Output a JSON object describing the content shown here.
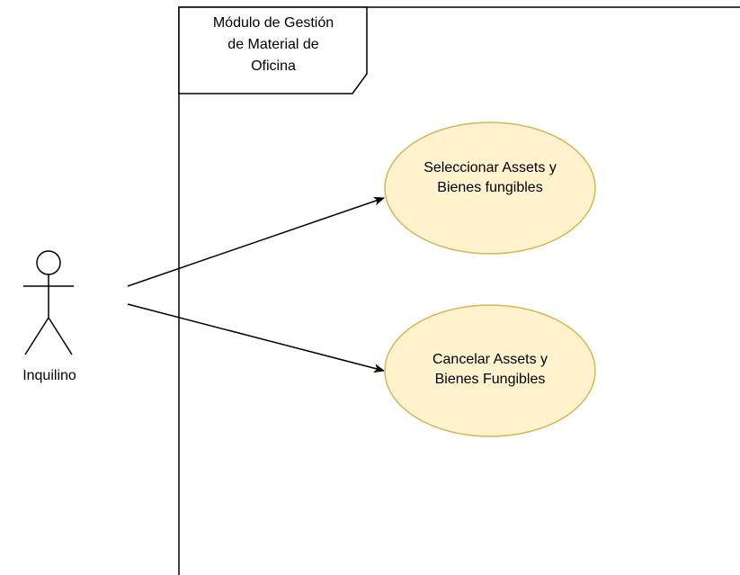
{
  "system_boundary": {
    "title_lines": [
      "Módulo de Gestión",
      "de Material de",
      "Oficina"
    ]
  },
  "actor": {
    "name": "Inquilino"
  },
  "use_cases": [
    {
      "lines": [
        "Seleccionar Assets y",
        "Bienes fungibles"
      ]
    },
    {
      "lines": [
        "Cancelar Assets y",
        "Bienes Fungibles"
      ]
    }
  ],
  "colors": {
    "usecase_fill": "#fff2cc",
    "usecase_stroke": "#d6b656",
    "line": "#000000"
  }
}
